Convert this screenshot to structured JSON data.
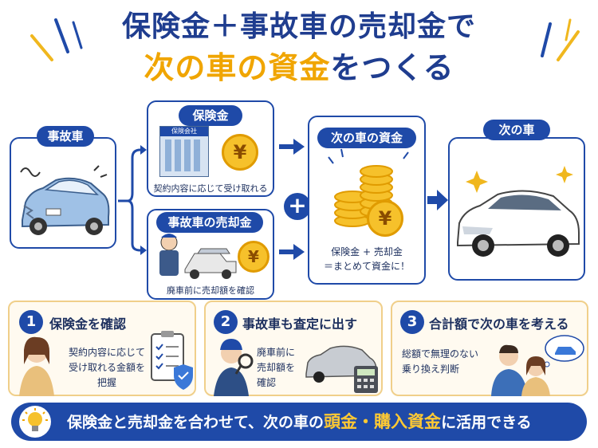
{
  "title": {
    "line1": "保険金＋事故車の売却金で",
    "line2_a": "次の車の資金",
    "line2_b": "をつくる"
  },
  "accident_car": {
    "label": "事故車"
  },
  "insurance": {
    "label": "保険金",
    "building_sign": "保険会社",
    "coin_symbol": "¥",
    "caption": "契約内容に応じて受け取れる"
  },
  "sale": {
    "label": "事故車の売却金",
    "coin_symbol": "¥",
    "caption": "廃車前に売却額を確認"
  },
  "plus_symbol": "+",
  "funds": {
    "label": "次の車の資金",
    "coin_symbol": "¥",
    "caption_line1": "保険金 + 売却金",
    "caption_line2": "＝まとめて資金に！"
  },
  "next_car": {
    "label": "次の車"
  },
  "steps": [
    {
      "number": "1",
      "title": "保険金を確認",
      "desc_lines": [
        "契約内容に応じて",
        "受け取れる金額を",
        "把握"
      ]
    },
    {
      "number": "2",
      "title": "事故車も査定に出す",
      "desc_lines": [
        "廃車前に",
        "売却額を",
        "確認"
      ]
    },
    {
      "number": "3",
      "title": "合計額で次の車を考える",
      "desc_lines": [
        "総額で無理のない",
        "乗り換え判断"
      ]
    }
  ],
  "bottom_banner": {
    "text_a": "保険金と売却金を合わせて、次の車の",
    "highlight": "頭金・購入資金",
    "text_b": "に活用できる"
  },
  "colors": {
    "primary": "#1f4aa8",
    "accent": "#f0a500",
    "step_bg": "#fffaf0"
  },
  "icons": [
    "building-icon",
    "yen-coin-icon",
    "coin-stack-icon",
    "worker-icon",
    "tow-truck-icon",
    "clipboard-icon",
    "shield-check-icon",
    "magnifier-icon",
    "calculator-icon",
    "lightbulb-icon",
    "damaged-car-icon",
    "new-car-icon",
    "arrow-right-icon",
    "person-icon"
  ]
}
